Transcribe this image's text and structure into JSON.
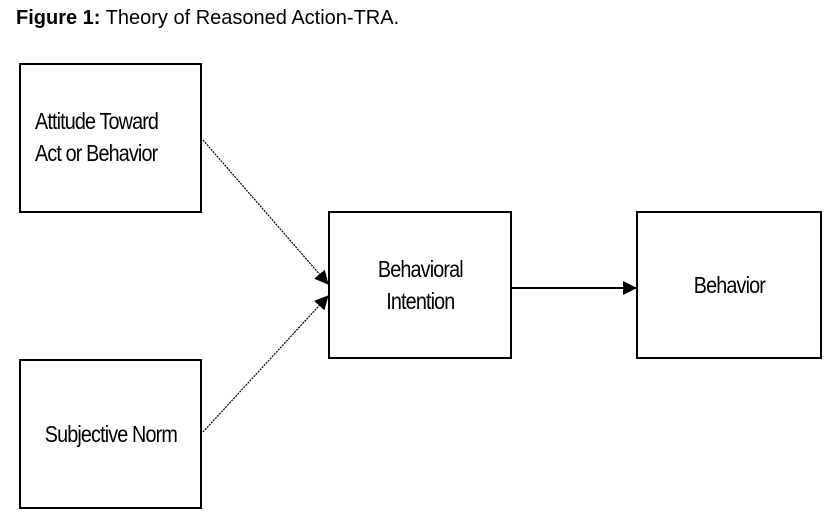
{
  "caption": {
    "label": "Figure 1:",
    "title": "Theory of Reasoned Action-TRA."
  },
  "diagram": {
    "nodes": {
      "attitude": {
        "line1": "Attitude Toward",
        "line2": "Act or Behavior"
      },
      "norm": {
        "line1": "Subjective Norm"
      },
      "intention": {
        "line1": "Behavioral",
        "line2": "Intention"
      },
      "behavior": {
        "line1": "Behavior"
      }
    },
    "edges": [
      {
        "from": "attitude",
        "to": "intention"
      },
      {
        "from": "norm",
        "to": "intention"
      },
      {
        "from": "intention",
        "to": "behavior"
      }
    ]
  }
}
